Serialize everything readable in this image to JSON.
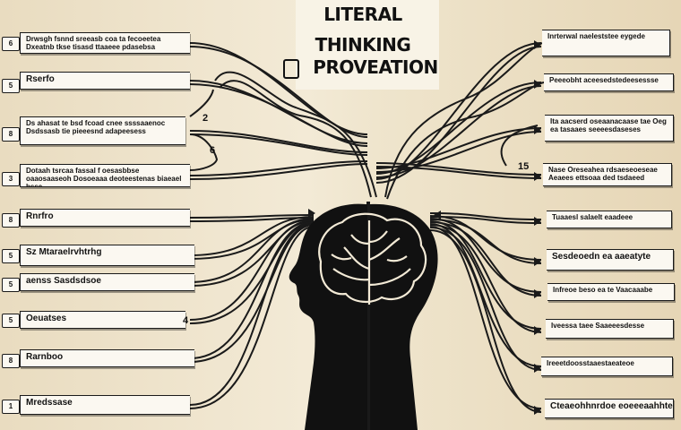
{
  "title": {
    "line1": "LITERAL",
    "line2": "THINKING",
    "line3": "PROVEATION"
  },
  "left_boxes": [
    {
      "number": "6",
      "text": "Drwsgh fsnnd sreeasb coa ta fecoeetea Dxeatnb tkse tisasd ttaaeee pdasebsa"
    },
    {
      "number": "5",
      "text": "Rserfo"
    },
    {
      "number": "8",
      "text": "Ds ahasat te bsd fcoad cnee ssssaaenoc Dsdssasb tie pieeesnd adapeesess"
    },
    {
      "number": "3",
      "text": "Dotaah tsrcaa fassal f oesasbbse oaaosaaseoh Dosoeaaa deoteestenas biaeael bsse"
    },
    {
      "number": "8",
      "text": "Rnrfro"
    },
    {
      "number": "5",
      "text": "Sz  Mtaraelrvhtrhg"
    },
    {
      "number": "5",
      "text": "aenss  Sasdsdsoe"
    },
    {
      "number": "5",
      "text": "Oeuatses"
    },
    {
      "number": "8",
      "text": "Rarnboo"
    },
    {
      "number": "1",
      "text": "Mredssase"
    }
  ],
  "right_boxes": [
    {
      "text": "Inrterwal naeleststee eygede"
    },
    {
      "text": "Peeeobht aceesedstedeesessse"
    },
    {
      "text": "Ita aacserd oseaanacaase tae Oeg ea tasaaes seeeesdaseses"
    },
    {
      "text": "Nase Oreseahea rdsaeseoeseae Aeaees ettsoaa ded tsdaeed"
    },
    {
      "text": "Tuaaesl salaelt eaadeee"
    },
    {
      "text": "Sesdeoedn ea aaeatyte"
    },
    {
      "text": "Infreoe beso ea te Vaacaaabe"
    },
    {
      "text": "Iveessa taee Saaeeesdesse"
    },
    {
      "text": "Ireeetdoosstaaestaeateoe"
    },
    {
      "text": "Cteaeohhnrdoe eoeeeaahhtesede"
    }
  ],
  "side_labels": {
    "mid_left_1": "2",
    "mid_left_2": "6",
    "mid_right_1": "15",
    "mid_lower_left": "4"
  },
  "colors": {
    "ink": "#1a1a1a",
    "paper": "#fbf8f1",
    "background_left": "#e9dcc0",
    "background_right": "#e6d6b6"
  }
}
